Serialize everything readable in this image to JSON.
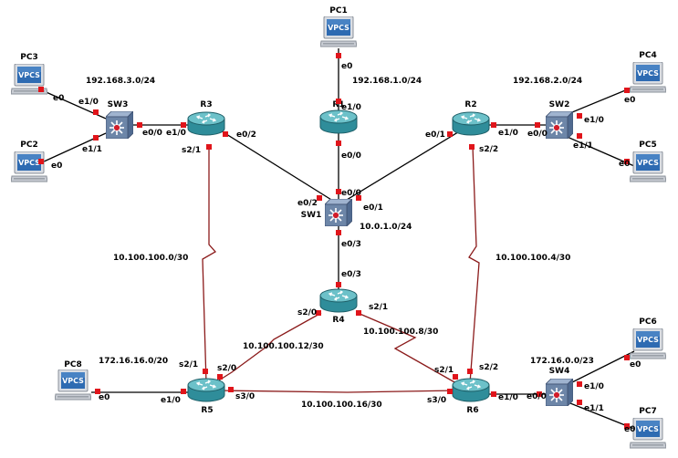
{
  "colors": {
    "ethernet_link": "#000000",
    "serial_link": "#8b1a1a",
    "port_dot": "#e0151b",
    "router_body": "#2f8d9a",
    "router_top": "#6cc1c9",
    "switch_body": "#6d86a8",
    "switch_core": "#d11d2a",
    "pc_screen": "#2e6bb2",
    "pc_body": "#d9dde3"
  },
  "devices": {
    "pc1": {
      "name": "PC1",
      "icon": "vpcs-pc-icon",
      "screen_text": "VPCS"
    },
    "pc2": {
      "name": "PC2",
      "icon": "vpcs-pc-icon",
      "screen_text": "VPCS"
    },
    "pc3": {
      "name": "PC3",
      "icon": "vpcs-pc-icon",
      "screen_text": "VPCS"
    },
    "pc4": {
      "name": "PC4",
      "icon": "vpcs-pc-icon",
      "screen_text": "VPCS"
    },
    "pc5": {
      "name": "PC5",
      "icon": "vpcs-pc-icon",
      "screen_text": "VPCS"
    },
    "pc6": {
      "name": "PC6",
      "icon": "vpcs-pc-icon",
      "screen_text": "VPCS"
    },
    "pc7": {
      "name": "PC7",
      "icon": "vpcs-pc-icon",
      "screen_text": "VPCS"
    },
    "pc8": {
      "name": "PC8",
      "icon": "vpcs-pc-icon",
      "screen_text": "VPCS"
    },
    "r1": {
      "name": "R1",
      "icon": "router-icon"
    },
    "r2": {
      "name": "R2",
      "icon": "router-icon"
    },
    "r3": {
      "name": "R3",
      "icon": "router-icon"
    },
    "r4": {
      "name": "R4",
      "icon": "router-icon"
    },
    "r5": {
      "name": "R5",
      "icon": "router-icon"
    },
    "r6": {
      "name": "R6",
      "icon": "router-icon"
    },
    "sw1": {
      "name": "SW1",
      "icon": "switch-icon"
    },
    "sw2": {
      "name": "SW2",
      "icon": "switch-icon"
    },
    "sw3": {
      "name": "SW3",
      "icon": "switch-icon"
    },
    "sw4": {
      "name": "SW4",
      "icon": "switch-icon"
    }
  },
  "networks": {
    "lan_r3": "192.168.3.0/24",
    "lan_r1": "192.168.1.0/24",
    "lan_r2": "192.168.2.0/24",
    "lan_sw1": "10.0.1.0/24",
    "wan_r3_r5": "10.100.100.0/30",
    "wan_r2_r6": "10.100.100.4/30",
    "wan_r4_r6": "10.100.100.8/30",
    "wan_r4_r5": "10.100.100.12/30",
    "wan_r5_r6": "10.100.100.16/30",
    "lan_r5": "172.16.16.0/20",
    "lan_r6": "172.16.0.0/23"
  },
  "ports": {
    "pc3_e0": "e0",
    "sw3_e1_0": "e1/0",
    "pc2_e0": "e0",
    "sw3_e1_1": "e1/1",
    "sw3_e0_0": "e0/0",
    "r3_e1_0": "e1/0",
    "r3_s2_1": "s2/1",
    "r3_e0_2": "e0/2",
    "pc1_e0": "e0",
    "r1_e1_0": "e1/0",
    "r1_e0_0": "e0/0",
    "sw1_e0_0": "e0/0",
    "sw1_e0_2": "e0/2",
    "sw1_e0_1": "e0/1",
    "sw1_e0_3": "e0/3",
    "r2_e0_1": "e0/1",
    "r2_e1_0": "e1/0",
    "r2_s2_2": "s2/2",
    "sw2_e0_0": "e0/0",
    "sw2_e1_0": "e1/0",
    "sw2_e1_1": "e1/1",
    "pc4_e0": "e0",
    "pc5_e0": "e0",
    "r4_e0_3": "e0/3",
    "r4_s2_0": "s2/0",
    "r4_s2_1": "s2/1",
    "r5_s2_1": "s2/1",
    "r5_s2_0": "s2/0",
    "r5_s3_0": "s3/0",
    "r5_e1_0": "e1/0",
    "pc8_e0": "e0",
    "r6_s2_1": "s2/1",
    "r6_s2_2": "s2/2",
    "r6_s3_0": "s3/0",
    "r6_e1_0": "e1/0",
    "sw4_e0_0": "e0/0",
    "sw4_e1_0": "e1/0",
    "sw4_e1_1": "e1/1",
    "pc6_e0": "e0",
    "pc7_e0": "e0"
  }
}
